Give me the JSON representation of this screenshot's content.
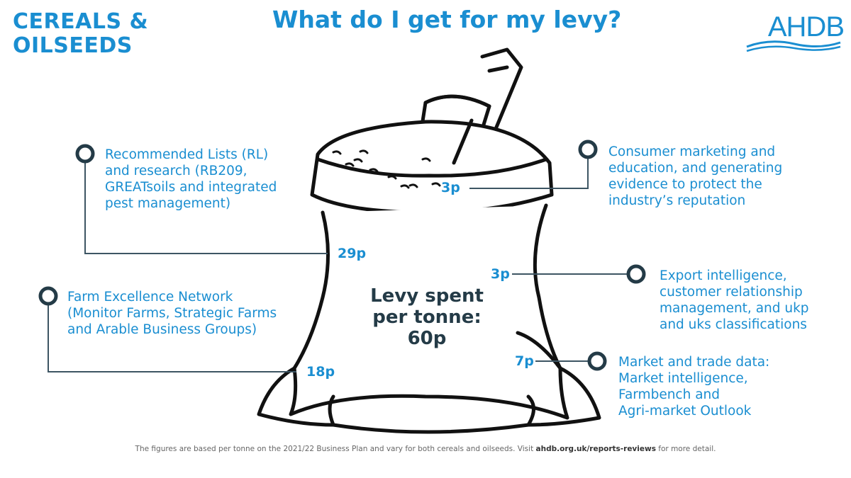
{
  "brand": {
    "line1": "CEREALS &",
    "line2": "OILSEEDS"
  },
  "title": "What do I get for my levy?",
  "logo": {
    "text": "AHDB"
  },
  "center": {
    "line1": "Levy spent",
    "line2": "per tonne:",
    "line3": "60p"
  },
  "items": [
    {
      "amount": "29p",
      "lines": [
        "Recommended Lists (RL)",
        "and research (RB209,",
        "GREATsoils and integrated",
        "pest management)"
      ]
    },
    {
      "amount": "18p",
      "lines": [
        "Farm Excellence Network",
        "(Monitor Farms, Strategic Farms",
        "and Arable Business Groups)"
      ]
    },
    {
      "amount": "3p",
      "lines": [
        "Consumer marketing and",
        "education, and generating",
        "evidence to protect the",
        "industry’s reputation"
      ]
    },
    {
      "amount": "3p",
      "lines": [
        "Export intelligence,",
        "customer relationship",
        "management, and ukp",
        "and uks classifications"
      ]
    },
    {
      "amount": "7p",
      "lines": [
        "Market and trade data:",
        "Market intelligence,",
        "Farmbench and",
        "Agri-market Outlook"
      ]
    }
  ],
  "footnote": {
    "prefix": "The figures are based per tonne on the 2021/22 Business Plan and vary for both cereals and oilseeds. Visit ",
    "link": "ahdb.org.uk/reports-reviews",
    "suffix": " for more detail."
  },
  "colors": {
    "accent": "#1a8ed1",
    "dark": "#243b47",
    "line": "#3d5563"
  }
}
